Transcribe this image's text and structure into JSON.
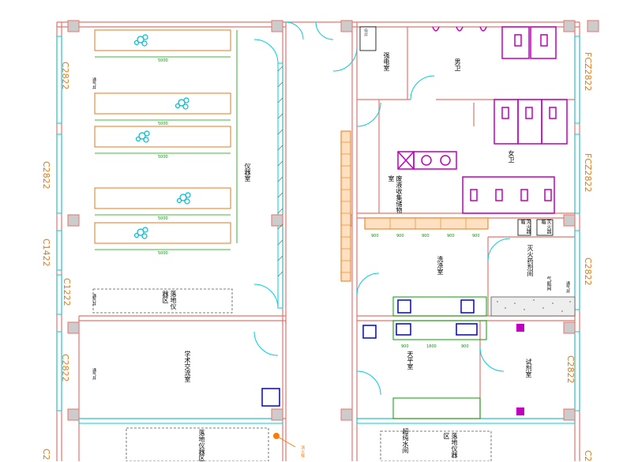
{
  "window_labels": {
    "left": [
      "C2822",
      "C2822",
      "C1422",
      "C1222",
      "C2822"
    ],
    "left_bottom": "C2",
    "right": [
      "FCZ2822",
      "FCZ2822",
      "C2822",
      "C2822"
    ],
    "right_bottom": "C2"
  },
  "rooms": {
    "instrument_room": "仪器室",
    "academic_exchange": "学术交流室",
    "power_room": "强电室",
    "men_wc": "男卫",
    "women_wc": "女卫",
    "waste_storage": "废液收集储物室",
    "washing_room": "洗涤室",
    "fire_gas_room": "灭火药剂间",
    "gas_cylinder": "气瓶间",
    "balance_room": "天平室",
    "reagent_room": "试剂室",
    "dropping_room": "超纯水间",
    "fire_cabinet": "灭火器箱",
    "fire_cabinet2": "灭火器箱",
    "elec_box": "电井"
  },
  "zones": {
    "zone_a": "落地仪器区",
    "zone_b": "落地仪器区",
    "zone_c": "落地仪器区"
  },
  "annotations": {
    "exhaust": "通气井",
    "dims_bench": "5000",
    "dims_sink": [
      "900",
      "900",
      "900",
      "900",
      "900"
    ],
    "dims_small": [
      "900",
      "1800",
      "900"
    ],
    "fire_hydrant": "消火栓"
  },
  "colors": {
    "wall": "#e8736c",
    "window": "#00cfe0",
    "furniture": "#e87a14",
    "fixture": "#c000c0",
    "equipment": "#0000e0",
    "dimension": "#00a000",
    "column_fill": "#cccccc",
    "door": "#00cfe0",
    "label": "#000000"
  }
}
